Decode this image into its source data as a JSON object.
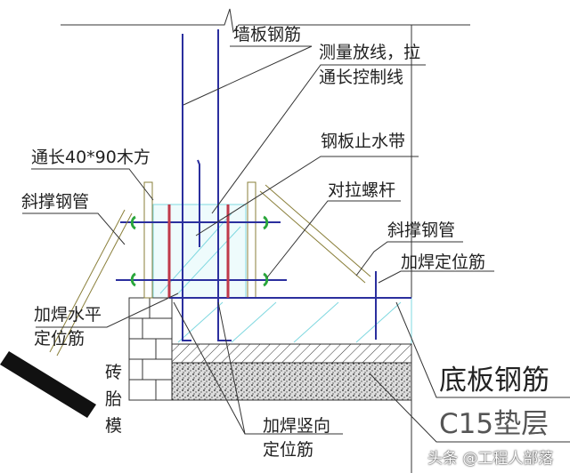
{
  "labels": {
    "wall_rebar": "墙板钢筋",
    "survey_line_1": "测量放线，拉",
    "survey_line_2": "通长控制线",
    "steel_waterstop": "钢板止水带",
    "timber": "通长40*90木方",
    "brace_left": "斜撑钢管",
    "tie_rod": "对拉螺杆",
    "brace_right": "斜撑钢管",
    "weld_positioning": "加焊定位筋",
    "weld_horizontal_1": "加焊水平",
    "weld_horizontal_2": "定位筋",
    "brick_mold_1": "砖",
    "brick_mold_2": "胎",
    "brick_mold_3": "模",
    "slab_rebar": "底板钢筋",
    "weld_vertical_1": "加焊竖向",
    "weld_vertical_2": "定位筋",
    "cushion": "C15垫层"
  },
  "watermark": "头条 @工程人部落",
  "colors": {
    "rebar": "#2b2f9e",
    "concrete": "#7fd8e0",
    "waterstop": "#c0394a",
    "leader": "#333333"
  }
}
